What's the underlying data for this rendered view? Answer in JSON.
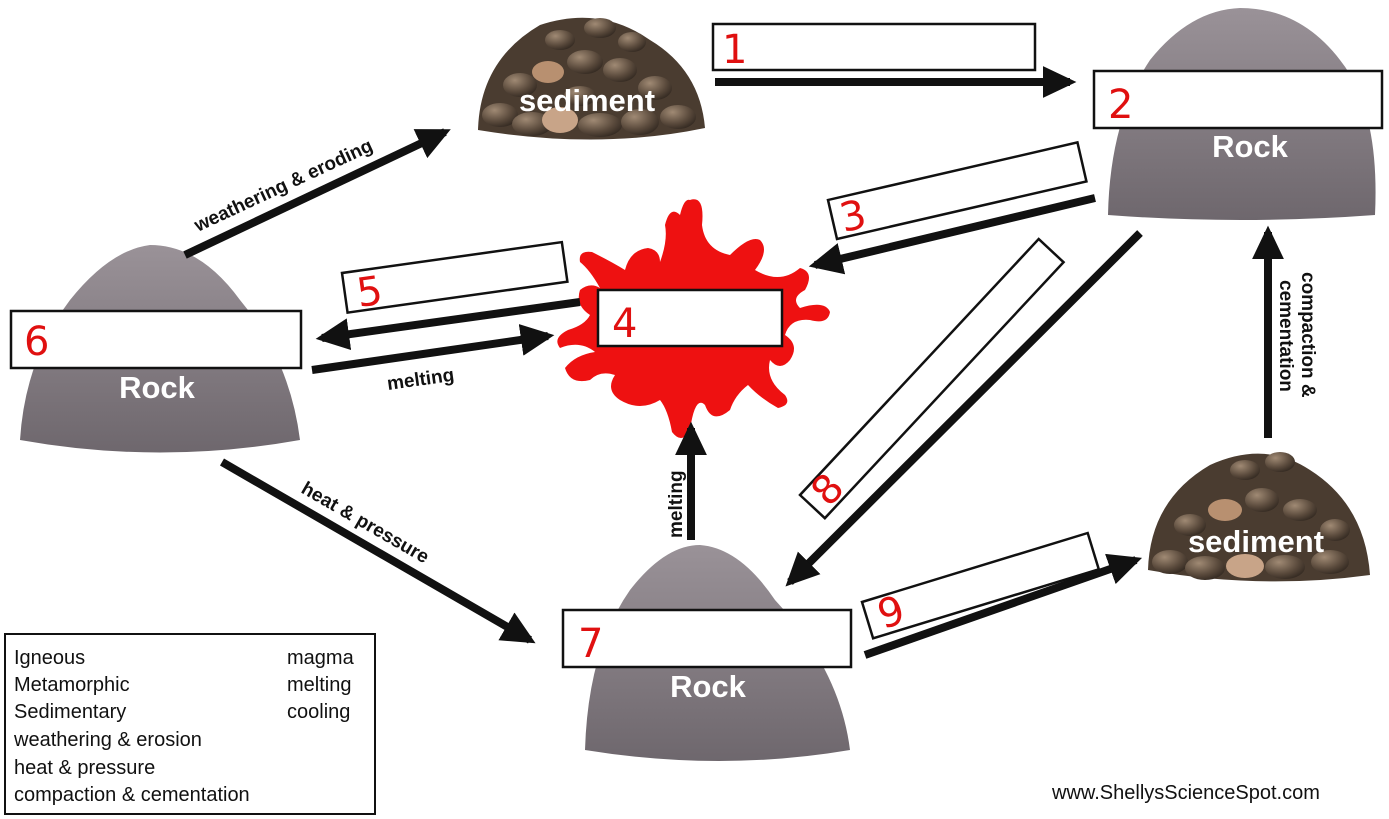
{
  "rocks": {
    "sediment_top": {
      "label": "sediment"
    },
    "rock_top_right": {
      "label": "Rock"
    },
    "rock_left": {
      "label": "Rock"
    },
    "rock_bottom": {
      "label": "Rock"
    },
    "sediment_right": {
      "label": "sediment"
    }
  },
  "process_labels": {
    "weathering": "weathering & eroding",
    "melting_left": "melting",
    "heat_pressure": "heat & pressure",
    "melting_bottom": "melting",
    "compaction_line1": "compaction &",
    "compaction_line2": "cementation"
  },
  "blanks": {
    "b1": "1",
    "b2": "2",
    "b3": "3",
    "b4": "4",
    "b5": "5",
    "b6": "6",
    "b7": "7",
    "b8": "8",
    "b9": "9"
  },
  "word_bank": {
    "col1": [
      "Igneous",
      "Metamorphic",
      "Sedimentary",
      "weathering & erosion",
      "heat & pressure",
      "compaction & cementation"
    ],
    "col2": [
      "magma",
      "melting",
      "cooling"
    ]
  },
  "credit": "www.ShellysScienceSpot.com",
  "colors": {
    "magma": "#ee1111",
    "rock": "#8a8288",
    "numbers": "#e01010"
  }
}
